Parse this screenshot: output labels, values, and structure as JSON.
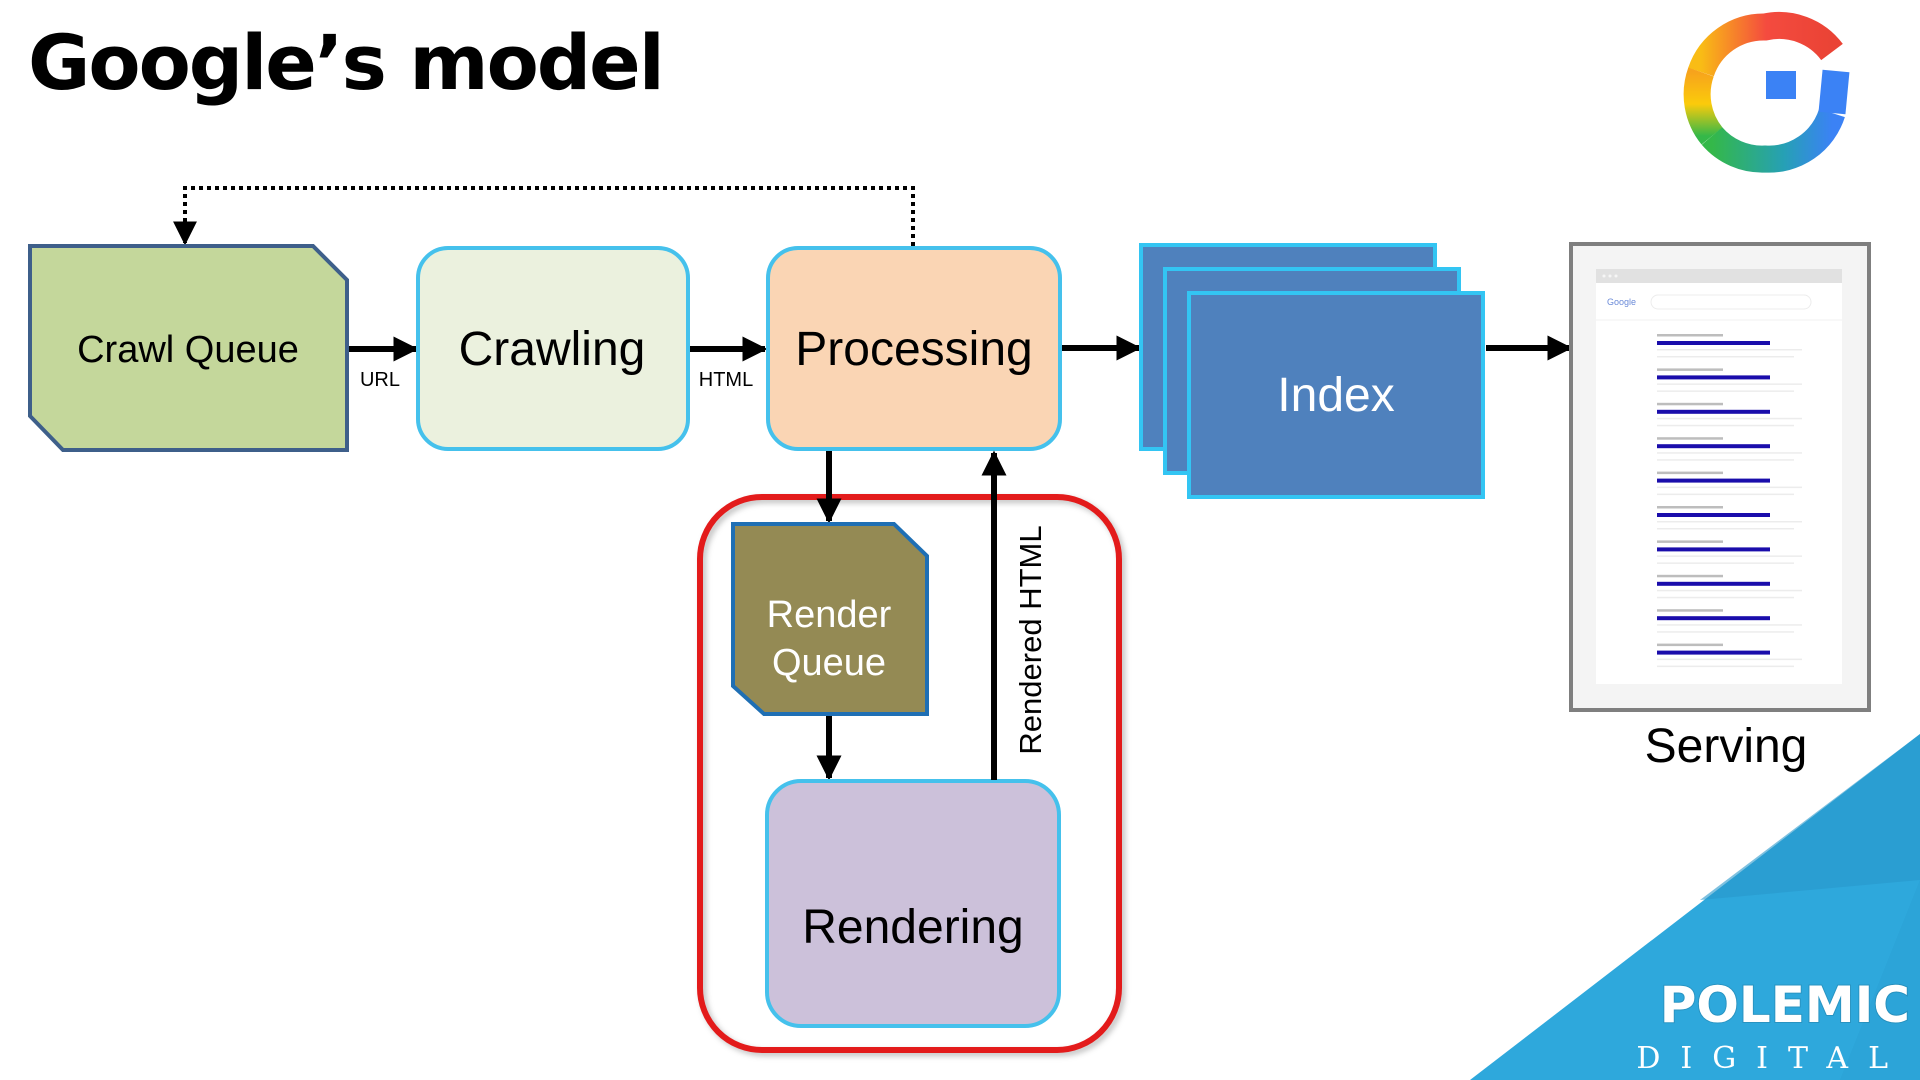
{
  "slide": {
    "title": "Google’s model",
    "logo_icon": "google-g-logo-icon"
  },
  "nodes": {
    "crawl_queue": {
      "label": "Crawl Queue",
      "fill": "#c4d79b",
      "stroke": "#3e5f8a"
    },
    "crawling": {
      "label": "Crawling",
      "fill": "#ebf1de",
      "stroke": "#45c1ec"
    },
    "processing": {
      "label": "Processing",
      "fill": "#fad5b4",
      "stroke": "#45c1ec"
    },
    "index": {
      "label": "Index",
      "fill": "#4f81bd",
      "stroke": "#33c5f3"
    },
    "serving": {
      "label": "Serving",
      "frame_stroke": "#7f7f7f"
    },
    "render_queue": {
      "label_line1": "Render",
      "label_line2": "Queue",
      "fill": "#948a54",
      "stroke": "#1f6fb4"
    },
    "rendering": {
      "label": "Rendering",
      "fill": "#ccc1da",
      "stroke": "#45c1ec"
    }
  },
  "edges": {
    "url_label": "URL",
    "html_label": "HTML",
    "rendered_html_label": "Rendered HTML"
  },
  "highlight": {
    "color": "#e31b1b",
    "description": "render-stage-highlight"
  },
  "serp_thumbnail": {
    "brand": "Google",
    "result_count": 10,
    "title_color": "#1a0dab"
  },
  "branding": {
    "line1": "POLEMIC",
    "line2": "DIGITAL",
    "color": "#2ea8dc"
  }
}
